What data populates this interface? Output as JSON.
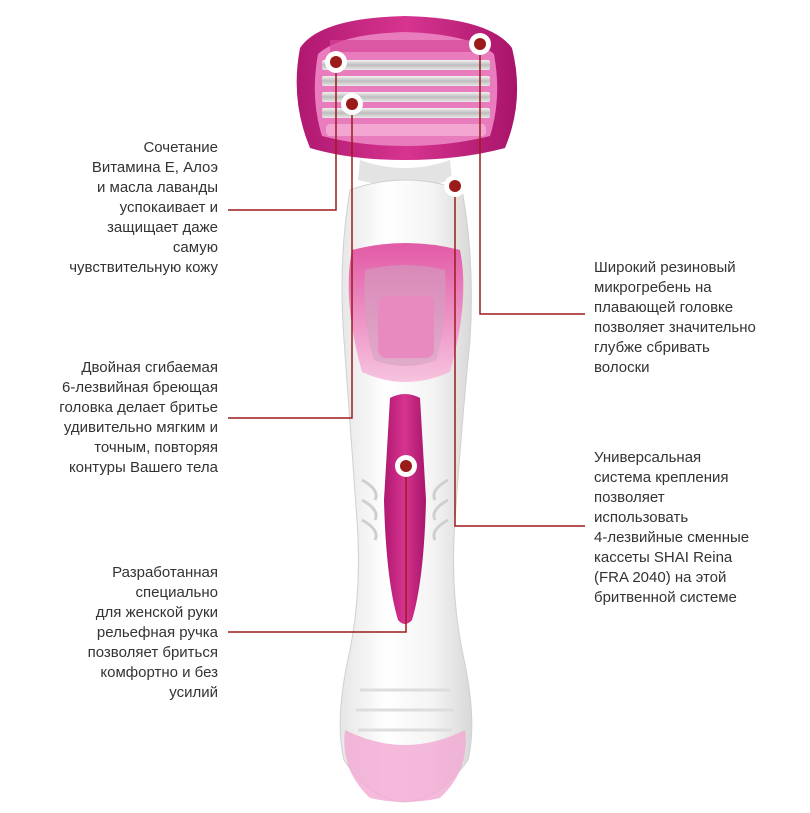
{
  "colors": {
    "accent_magenta": "#c8217e",
    "light_pink": "#f3b3d6",
    "leader_line": "#9b1b1b",
    "text": "#333333"
  },
  "callouts": {
    "left_top": "Сочетание\nВитамина Е, Алоэ\nи масла лаванды\nуспокаивает и\nзащищает даже\nсамую\nчувствительную кожу",
    "left_middle": "Двойная сгибаемая\n6-лезвийная бреющая\nголовка делает бритье\nудивительно мягким и\nточным, повторяя\nконтуры Вашего тела",
    "left_bottom": "Разработанная\nспециально\nдля женской руки\nрельефная ручка\nпозволяет бриться\nкомфортно и без\nусилий",
    "right_top": "Широкий резиновый\nмикрогребень на\nплавающей головке\nпозволяет значительно\nглубже сбривать\nволоски",
    "right_bottom": "Универсальная\nсистема крепления\nпозволяет\nиспользовать\n4-лезвийные сменные\nкассеты SHAI Reina\n(FRA 2040) на этой\nбритвенной системе"
  }
}
